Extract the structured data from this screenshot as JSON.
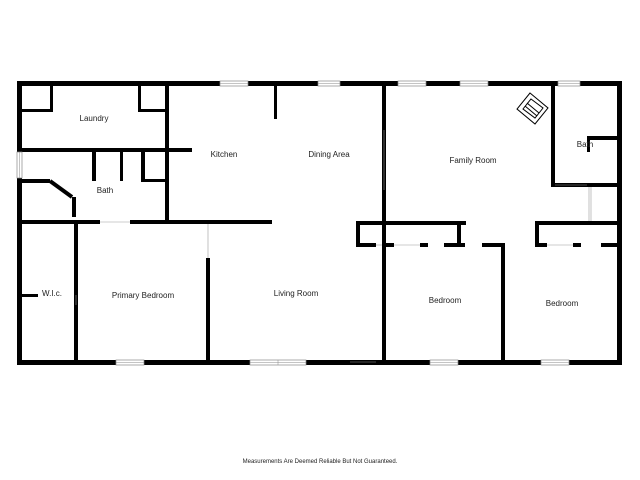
{
  "plan": {
    "rooms": [
      {
        "key": "laundry",
        "label": "Laundry"
      },
      {
        "key": "kitchen",
        "label": "Kitchen"
      },
      {
        "key": "dining_area",
        "label": "Dining Area"
      },
      {
        "key": "family_room",
        "label": "Family Room"
      },
      {
        "key": "bath_right",
        "label": "Bath"
      },
      {
        "key": "bath_left",
        "label": "Bath"
      },
      {
        "key": "wic",
        "label": "W.I.c."
      },
      {
        "key": "primary_bedroom",
        "label": "Primary Bedroom"
      },
      {
        "key": "living_room",
        "label": "Living Room"
      },
      {
        "key": "bedroom_middle",
        "label": "Bedroom"
      },
      {
        "key": "bedroom_right",
        "label": "Bedroom"
      }
    ]
  },
  "disclaimer": "Measurements Are Deemed Reliable But Not Guaranteed."
}
